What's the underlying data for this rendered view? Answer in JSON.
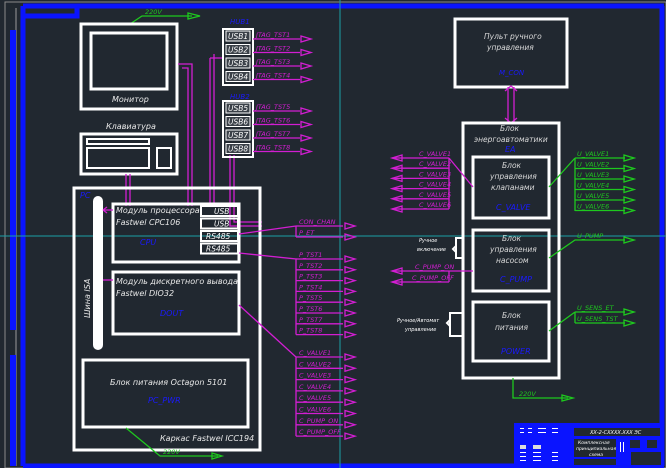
{
  "power_labels": {
    "top": "220V",
    "bottom_left": "220V",
    "bottom_right": "220V"
  },
  "monitor": {
    "label": "Монитор"
  },
  "keyboard": {
    "label": "Клавиатура"
  },
  "hubs": [
    {
      "name": "HUB1",
      "ports": [
        "USB1",
        "USB2",
        "USB3",
        "USB4"
      ],
      "signals": [
        "JTAG_TST1",
        "JTAG_TST2",
        "JTAG_TST3",
        "JTAG_TST4"
      ]
    },
    {
      "name": "HUB2",
      "ports": [
        "USB5",
        "USB6",
        "USB7",
        "USB8"
      ],
      "signals": [
        "JTAG_TST5",
        "JTAG_TST6",
        "JTAG_TST7",
        "JTAG_TST8"
      ]
    }
  ],
  "pc": {
    "tag": "PC",
    "isa_bus": "Шина ISA",
    "cpu": {
      "title_line1": "Модуль процессора",
      "title_line2": "Fastwel CPC106",
      "tag": "CPU",
      "ports": [
        "USB",
        "USB",
        "RS485",
        "RS485"
      ]
    },
    "dout": {
      "title_line1": "Модуль дискретного вывода",
      "title_line2": "Fastwel DIO32",
      "tag": "DOUT"
    },
    "psu": {
      "title": "Блок питания Octagon 5101",
      "tag": "PC_PWR"
    },
    "frame": "Каркас Fastwel ICC194"
  },
  "left_signals": {
    "rs485": [
      "CON_CHAN",
      "P_ET"
    ],
    "test": [
      "P_TST1",
      "P_TST2",
      "P_TST3",
      "P_TST4",
      "P_TST5",
      "P_TST6",
      "P_TST7",
      "P_TST8"
    ],
    "control": [
      "C_VALVE1",
      "C_VALVE2",
      "C_VALVE3",
      "C_VALVE4",
      "C_VALVE5",
      "C_VALVE6",
      "C_PUMP_ON",
      "C_PUMP_OFF"
    ]
  },
  "manual_console": {
    "line1": "Пульт ручного",
    "line2": "управления",
    "tag": "M_CON"
  },
  "ea_block": {
    "line1": "Блок",
    "line2": "энергоавтоматики",
    "tag": "EA"
  },
  "valve_block": {
    "line1": "Блок",
    "line2": "управления",
    "line3": "клапанами",
    "tag": "C_VALVE",
    "inputs": [
      "C_VALVE1",
      "C_VALVE2",
      "C_VALVE3",
      "C_VALVE4",
      "C_VALVE5",
      "C_VALVE6"
    ],
    "outputs": [
      "U_VALVE1",
      "U_VALVE2",
      "U_VALVE3",
      "U_VALVE4",
      "U_VALVE5",
      "U_VALVE6"
    ]
  },
  "pump_block": {
    "line1": "Блок",
    "line2": "управления",
    "line3": "насосом",
    "tag": "C_PUMP",
    "switch_line1": "Ручное",
    "switch_line2": "включение",
    "inputs": [
      "C_PUMP_ON",
      "C_PUMP_OFF"
    ],
    "outputs": [
      "U_PUMP"
    ]
  },
  "power_block": {
    "line1": "Блок",
    "line2": "питания",
    "tag": "POWER",
    "switch_line1": "Ручное/Автомат",
    "switch_line2": "управление",
    "outputs": [
      "U_SENS_ET",
      "U_SENS_TST"
    ]
  },
  "title_block": {
    "doc_code": "ХХ-2-СХХХХ.ХХХ ЭС",
    "title_line1": "Комплексная",
    "title_line2": "принципиальная",
    "title_line3": "схема"
  }
}
